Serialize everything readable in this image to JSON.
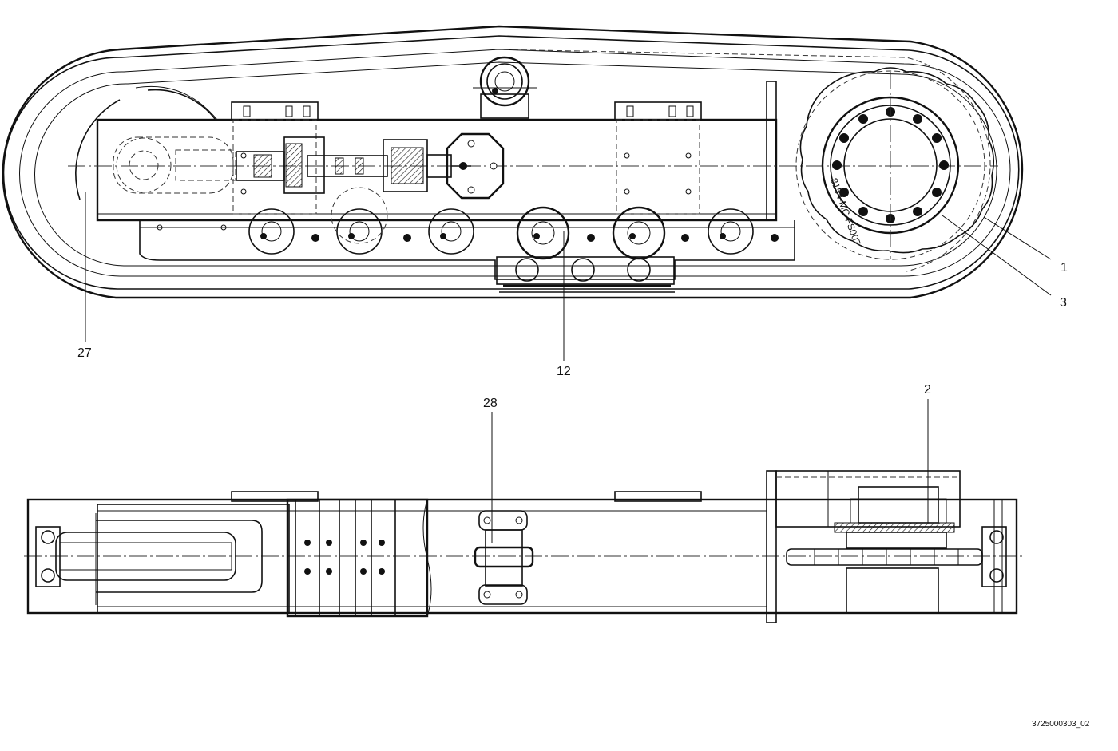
{
  "callouts": {
    "c1": "1",
    "c2": "2",
    "c3": "3",
    "c12": "12",
    "c27": "27",
    "c28": "28"
  },
  "sprocket_marking": "8154-MC-FS007",
  "document_id": "3725000303_02",
  "colors": {
    "line": "#111111",
    "background": "#ffffff"
  }
}
